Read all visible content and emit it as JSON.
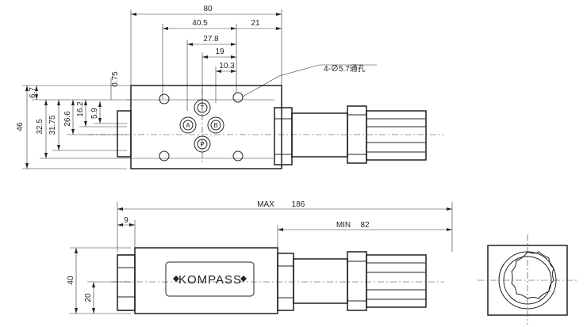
{
  "dimensions": {
    "top_overall_width": "80",
    "top_port_offset": "40.5",
    "top_right_offset": "21",
    "top_27_8": "27.8",
    "top_19": "19",
    "top_10_3": "10.3",
    "side_0_75": "0.75",
    "side_6_7": "6.7",
    "side_46": "46",
    "side_32_5": "32.5",
    "side_31_75": "31.75",
    "side_26_6": "26.6",
    "side_16_2": "16.2",
    "side_5_9": "5.9",
    "bottom_max_label": "MAX",
    "bottom_max_value": "186",
    "bottom_9": "9",
    "bottom_min_label": "MIN",
    "bottom_min_value": "82",
    "bottom_height_40": "40",
    "bottom_height_20": "20"
  },
  "callout": {
    "holes": "4-∅5.7通孔"
  },
  "ports": {
    "a": "A",
    "b": "B",
    "p": "P",
    "t": "T"
  },
  "nameplate": {
    "brand": "KOMPASS"
  }
}
